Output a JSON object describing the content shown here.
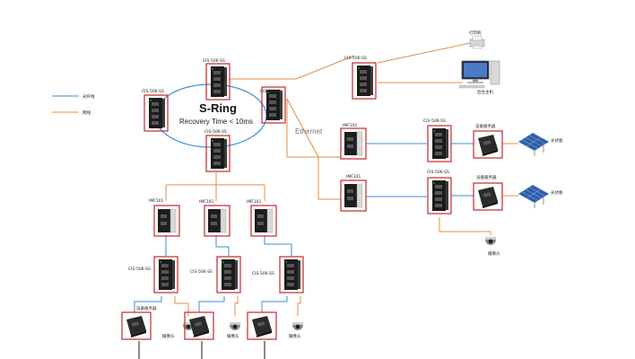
{
  "legend": {
    "fiber_label": "光纤线",
    "ethernet_label": "网线",
    "fiber_color": "#3a8fd6",
    "ethernet_color": "#e88b3c",
    "frame_color": "#c0282d"
  },
  "ring": {
    "title": "S-Ring",
    "subtitle": "Recovery Time < 10ms",
    "ethernet_text": "Ethernet"
  },
  "labels": {
    "ring_top": "CIS-506-SS",
    "ring_left": "CIS-506-SS",
    "ring_right": "CIS-506-SS",
    "ring_bottom": "CIS-506-SS",
    "host_switch": "CIS-506-SS",
    "printer": "打印机",
    "host": "后台主机",
    "conv_right_1": "IMF101",
    "conv_right_2": "IMF101",
    "switch_right_1": "CIS-506-SS",
    "switch_right_2": "CIS-506-SS",
    "server_right_1": "设备服务器",
    "server_right_2": "设备服务器",
    "solar_1": "光伏板",
    "solar_2": "光伏板",
    "camera_right": "摄像头",
    "conv_low_1": "IMF101",
    "conv_low_2": "IMF101",
    "conv_low_3": "IMF101",
    "switch_low_1": "CIS-506-SS",
    "switch_low_2": "CIS-506-SS",
    "switch_low_3": "CIS-506-SS",
    "server_low_1": "设备服务器",
    "camera_low_1": "摄像头",
    "camera_low_2": "摄像头",
    "camera_low_3": "摄像头"
  },
  "icons": {
    "switch": "industrial-switch-icon",
    "converter": "media-converter-icon",
    "device_server": "device-server-icon",
    "camera": "dome-camera-icon",
    "solar": "solar-panel-icon",
    "printer": "printer-icon",
    "computer": "desktop-computer-icon"
  }
}
